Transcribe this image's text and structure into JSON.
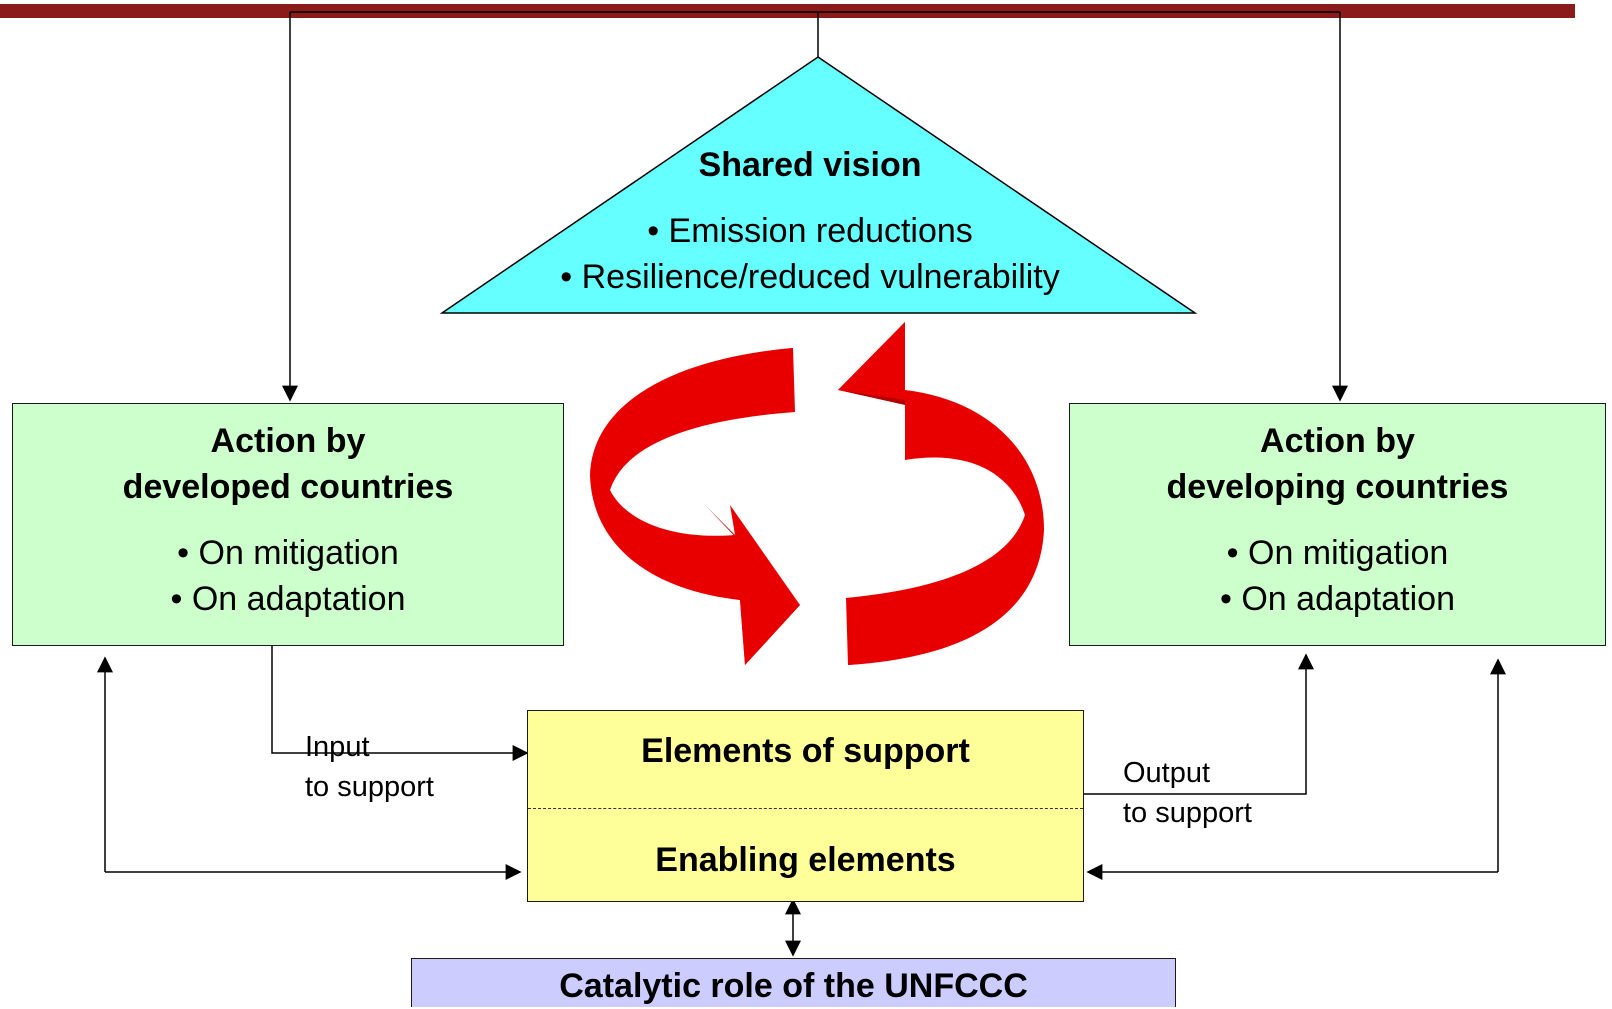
{
  "colors": {
    "top_bar": "#8b1a1a",
    "shared_vision_fill": "#66ffff",
    "action_box_fill": "#ccffcc",
    "support_box_fill": "#ffff99",
    "unfccc_box_fill": "#ccccff",
    "cycle_arrow": "#e80000",
    "cycle_arrow_dark": "#b30000"
  },
  "shared_vision": {
    "title": "Shared vision",
    "bullets": [
      "• Emission reductions",
      "• Resilience/reduced vulnerability"
    ]
  },
  "developed": {
    "title_line1": "Action by",
    "title_line2": "developed countries",
    "bullets": [
      "• On mitigation",
      "• On adaptation"
    ]
  },
  "developing": {
    "title_line1": "Action by",
    "title_line2": "developing countries",
    "bullets": [
      "• On mitigation",
      "• On adaptation"
    ]
  },
  "support": {
    "top_title": "Elements of support",
    "bottom_title": "Enabling elements"
  },
  "input_label": {
    "line1": "Input",
    "line2": "to support"
  },
  "output_label": {
    "line1": "Output",
    "line2": "to support"
  },
  "unfccc": {
    "title": "Catalytic role of the UNFCCC"
  }
}
